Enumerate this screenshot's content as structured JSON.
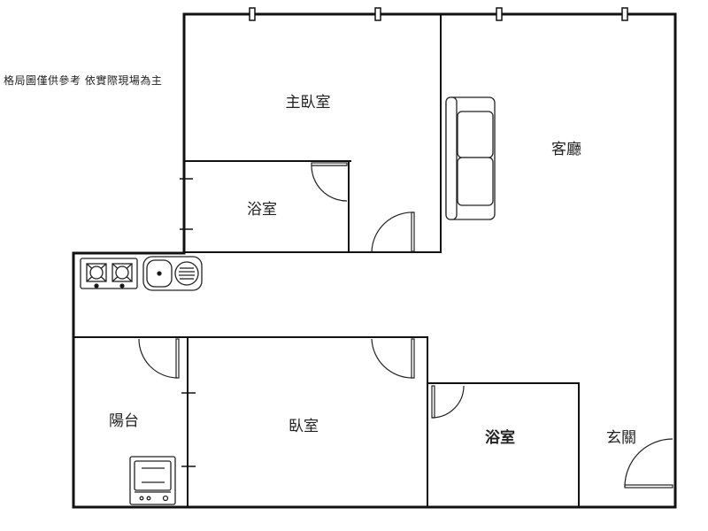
{
  "note": "格局圖僅供參考 依實際現場為主",
  "rooms": {
    "master_bedroom": "主臥室",
    "living_room": "客廳",
    "bathroom_upper": "浴室",
    "balcony": "陽台",
    "bedroom": "臥室",
    "bathroom_lower": "浴室",
    "entrance": "玄關"
  },
  "colors": {
    "wall": "#111111",
    "line": "#222222",
    "background": "#ffffff"
  },
  "icons": [
    "sofa-icon",
    "stove-icon",
    "sink-icon",
    "washing-machine-icon",
    "door-swing-icon",
    "window-marker-icon"
  ]
}
